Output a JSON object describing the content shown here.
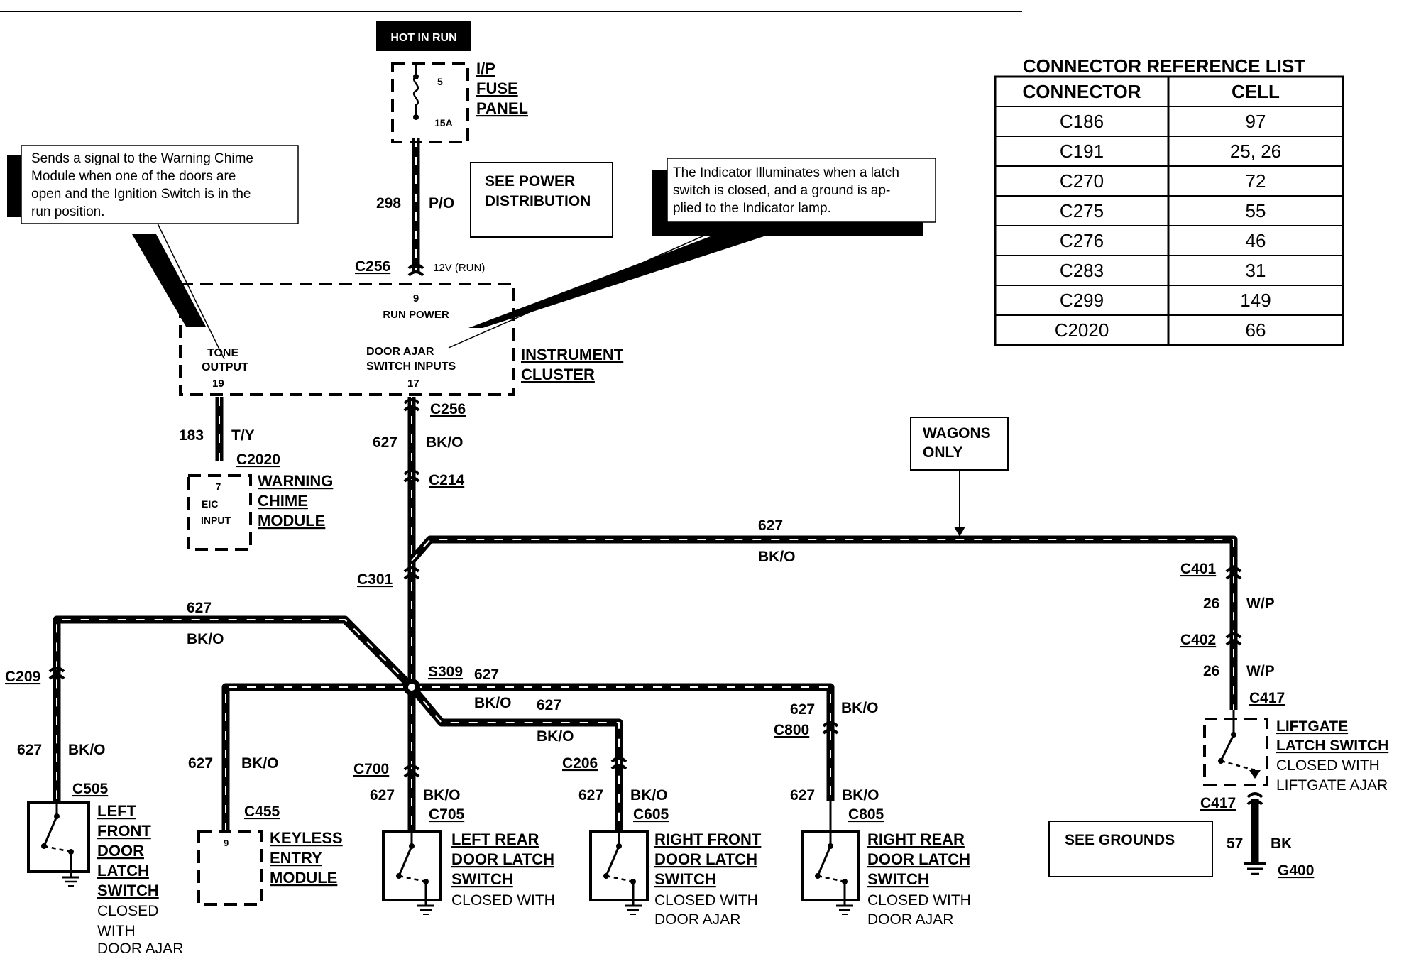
{
  "power": {
    "hot_in_run": "HOT IN RUN",
    "fuse_panel": [
      "I/P",
      "FUSE",
      "PANEL"
    ],
    "fuse_number": "5",
    "fuse_rating": "15A",
    "circuit": "298",
    "color": "P/O",
    "see_power": [
      "SEE POWER",
      "DISTRIBUTION"
    ],
    "connector": "C256",
    "voltage_label": "12V (RUN)"
  },
  "callouts": {
    "left": [
      "Sends a signal to the Warning Chime",
      "Module when one of the doors are",
      "open and the Ignition Switch is in the",
      "run position."
    ],
    "right": [
      "The Indicator Illuminates when a latch",
      "switch is closed, and a ground is ap-",
      "plied to the Indicator lamp."
    ]
  },
  "cluster": {
    "pin_run": "9",
    "run_power": "RUN POWER",
    "tone_output": [
      "TONE",
      "OUTPUT"
    ],
    "tone_pin": "19",
    "door_ajar": [
      "DOOR AJAR",
      "SWITCH INPUTS"
    ],
    "door_pin": "17",
    "name": [
      "INSTRUMENT",
      "CLUSTER"
    ],
    "bottom_connector": "C256"
  },
  "chime": {
    "circuit": "183",
    "color": "T/Y",
    "connector": "C2020",
    "pin": "7",
    "pin_label": [
      "EIC",
      "INPUT"
    ],
    "name": [
      "WARNING",
      "CHIME",
      "MODULE"
    ]
  },
  "trunk": {
    "circuit": "627",
    "color": "BK/O",
    "c214": "C214",
    "c301": "C301",
    "splice": "S309",
    "splice_circuit": "627"
  },
  "wagons": {
    "note": [
      "WAGONS",
      "ONLY"
    ],
    "circuit": "627",
    "color": "BK/O",
    "c401": "C401",
    "c402": "C402",
    "c417_top": "C417",
    "c417_bottom": "C417",
    "wp_circuit_1": "26",
    "wp_color_1": "W/P",
    "wp_circuit_2": "26",
    "wp_color_2": "W/P",
    "liftgate": [
      "LIFTGATE",
      "LATCH SWITCH"
    ],
    "liftgate_note": [
      "CLOSED WITH",
      "LIFTGATE AJAR"
    ],
    "ground_circuit": "57",
    "ground_color": "BK",
    "ground": "G400",
    "see_grounds": "SEE GROUNDS"
  },
  "left_branch": {
    "top_circuit": "627",
    "top_color": "BK/O",
    "connector_top": "C209",
    "circuit": "627",
    "color": "BK/O",
    "connector": "C505",
    "name": [
      "LEFT",
      "FRONT",
      "DOOR",
      "LATCH",
      "SWITCH"
    ],
    "note": [
      "CLOSED",
      "WITH",
      "DOOR AJAR"
    ]
  },
  "keyless": {
    "circuit": "627",
    "color": "BK/O",
    "connector": "C455",
    "pin": "9",
    "name": [
      "KEYLESS",
      "ENTRY",
      "MODULE"
    ]
  },
  "left_rear": {
    "color_after_splice": "BK/O",
    "connector_top": "C700",
    "circuit": "627",
    "color": "BK/O",
    "connector": "C705",
    "name": [
      "LEFT REAR",
      "DOOR LATCH",
      "SWITCH"
    ],
    "note": [
      "CLOSED WITH"
    ]
  },
  "right_front": {
    "top_circuit": "627",
    "top_color": "BK/O",
    "connector_top": "C206",
    "circuit": "627",
    "color": "BK/O",
    "connector": "C605",
    "name": [
      "RIGHT FRONT",
      "DOOR LATCH",
      "SWITCH"
    ],
    "note": [
      "CLOSED WITH",
      "DOOR AJAR"
    ]
  },
  "right_rear": {
    "top_circuit": "627",
    "top_color": "BK/O",
    "connector_top": "C800",
    "circuit": "627",
    "color": "BK/O",
    "connector": "C805",
    "name": [
      "RIGHT REAR",
      "DOOR LATCH",
      "SWITCH"
    ],
    "note": [
      "CLOSED WITH",
      "DOOR AJAR"
    ]
  },
  "reference": {
    "title": "CONNECTOR REFERENCE LIST",
    "headers": [
      "CONNECTOR",
      "CELL"
    ],
    "rows": [
      [
        "C186",
        "97"
      ],
      [
        "C191",
        "25, 26"
      ],
      [
        "C270",
        "72"
      ],
      [
        "C275",
        "55"
      ],
      [
        "C276",
        "46"
      ],
      [
        "C283",
        "31"
      ],
      [
        "C299",
        "149"
      ],
      [
        "C2020",
        "66"
      ]
    ]
  }
}
